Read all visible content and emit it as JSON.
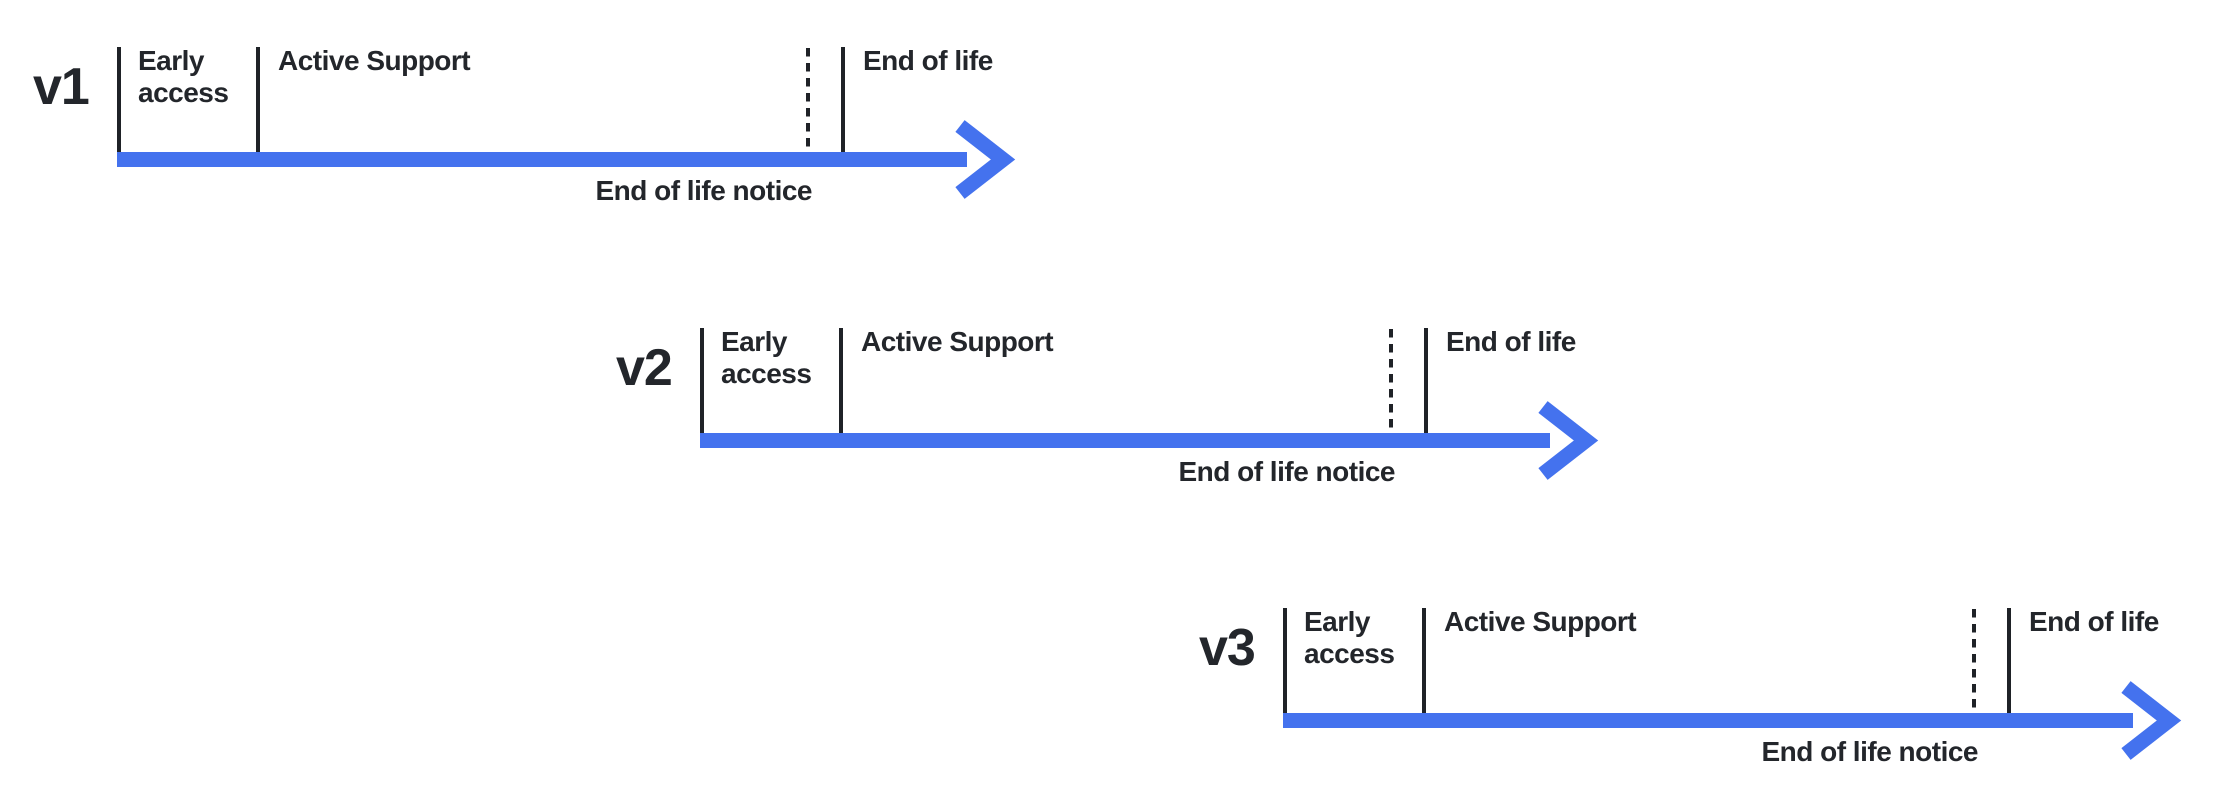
{
  "diagram": {
    "type": "version-lifecycle-timelines",
    "colors": {
      "arrow": "#4472EE",
      "line": "#1F2227",
      "text": "#23262B",
      "background": "#FFFFFF"
    },
    "phase_labels": {
      "early_access": "Early access",
      "active_support": "Active Support",
      "end_of_life": "End of life",
      "end_of_life_notice": "End of life notice"
    },
    "timelines": [
      {
        "version": "v1"
      },
      {
        "version": "v2"
      },
      {
        "version": "v3"
      }
    ]
  }
}
